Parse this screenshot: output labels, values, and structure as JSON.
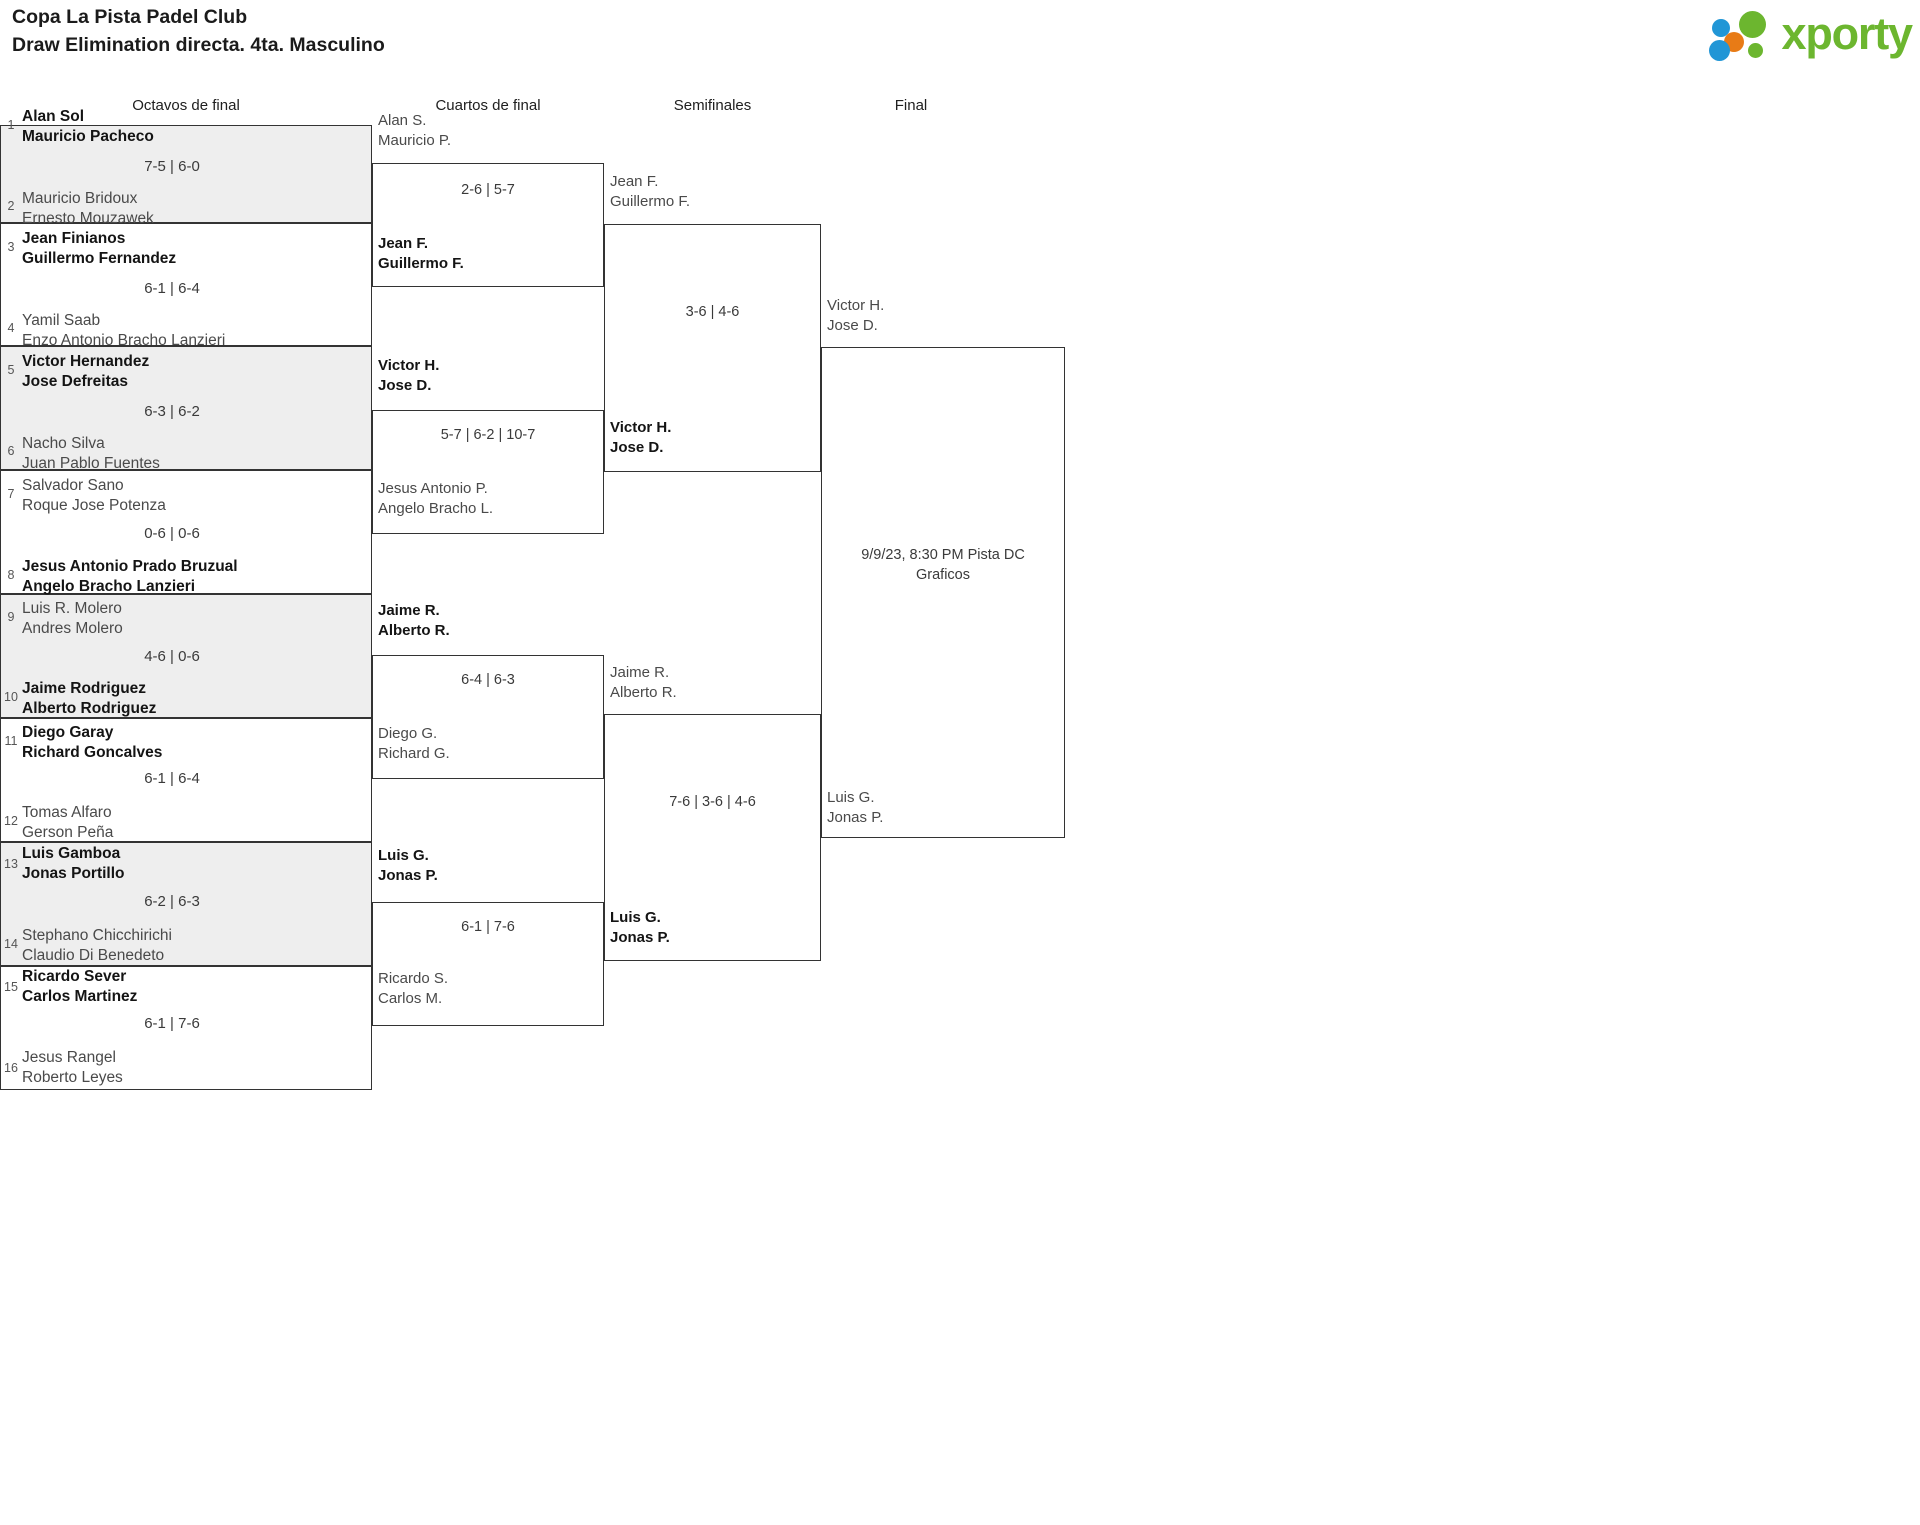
{
  "header": {
    "title": "Copa La Pista Padel Club",
    "subtitle": "Draw Elimination directa. 4ta. Masculino"
  },
  "logo": {
    "wordmark": "xporty",
    "colors": {
      "green": "#6cb62f",
      "blue": "#2196d6",
      "orange": "#e87b16"
    }
  },
  "rounds": [
    {
      "title": "Octavos de final"
    },
    {
      "title": "Cuartos de final"
    },
    {
      "title": "Semifinales"
    },
    {
      "title": "Final"
    }
  ],
  "round1": {
    "matches": [
      {
        "score": "7-5 | 6-0",
        "top": {
          "seed": "1",
          "p1": "Alan Sol",
          "p2": "Mauricio Pacheco",
          "winner": true
        },
        "bottom": {
          "seed": "2",
          "p1": "Mauricio Bridoux",
          "p2": "Ernesto Mouzawek",
          "winner": false
        }
      },
      {
        "score": "6-1 | 6-4",
        "top": {
          "seed": "3",
          "p1": "Jean Finianos",
          "p2": "Guillermo Fernandez",
          "winner": true
        },
        "bottom": {
          "seed": "4",
          "p1": "Yamil Saab",
          "p2": "Enzo Antonio Bracho Lanzieri",
          "winner": false
        }
      },
      {
        "score": "6-3 | 6-2",
        "top": {
          "seed": "5",
          "p1": "Victor Hernandez",
          "p2": "Jose Defreitas",
          "winner": true
        },
        "bottom": {
          "seed": "6",
          "p1": "Nacho Silva",
          "p2": "Juan Pablo Fuentes",
          "winner": false
        }
      },
      {
        "score": "0-6 | 0-6",
        "top": {
          "seed": "7",
          "p1": "Salvador Sano",
          "p2": "Roque Jose Potenza",
          "winner": false
        },
        "bottom": {
          "seed": "8",
          "p1": "Jesus Antonio Prado Bruzual",
          "p2": "Angelo Bracho Lanzieri",
          "winner": true
        }
      },
      {
        "score": "4-6 | 0-6",
        "top": {
          "seed": "9",
          "p1": "Luis R. Molero",
          "p2": "Andres Molero",
          "winner": false
        },
        "bottom": {
          "seed": "10",
          "p1": "Jaime Rodriguez",
          "p2": "Alberto Rodriguez",
          "winner": true
        }
      },
      {
        "score": "6-1 | 6-4",
        "top": {
          "seed": "11",
          "p1": "Diego Garay",
          "p2": "Richard Goncalves",
          "winner": true
        },
        "bottom": {
          "seed": "12",
          "p1": "Tomas Alfaro",
          "p2": "Gerson Peña",
          "winner": false
        }
      },
      {
        "score": "6-2 | 6-3",
        "top": {
          "seed": "13",
          "p1": "Luis Gamboa",
          "p2": "Jonas Portillo",
          "winner": true
        },
        "bottom": {
          "seed": "14",
          "p1": "Stephano Chicchirichi",
          "p2": "Claudio Di Benedeto",
          "winner": false
        }
      },
      {
        "score": "6-1 | 7-6",
        "top": {
          "seed": "15",
          "p1": "Ricardo Sever",
          "p2": "Carlos Martinez",
          "winner": true
        },
        "bottom": {
          "seed": "16",
          "p1": "Jesus Rangel",
          "p2": "Roberto Leyes",
          "winner": false
        }
      }
    ]
  },
  "round2": {
    "matches": [
      {
        "score": "2-6 | 5-7",
        "top": {
          "p1": "Alan S.",
          "p2": "Mauricio P.",
          "winner": false
        },
        "bottom": {
          "p1": "Jean F.",
          "p2": "Guillermo F.",
          "winner": true
        }
      },
      {
        "score": "5-7 | 6-2 | 10-7",
        "top": {
          "p1": "Victor H.",
          "p2": "Jose D.",
          "winner": true
        },
        "bottom": {
          "p1": "Jesus Antonio P.",
          "p2": "Angelo Bracho L.",
          "winner": false
        }
      },
      {
        "score": "6-4 | 6-3",
        "top": {
          "p1": "Jaime R.",
          "p2": "Alberto R.",
          "winner": true
        },
        "bottom": {
          "p1": "Diego G.",
          "p2": "Richard G.",
          "winner": false
        }
      },
      {
        "score": "6-1 | 7-6",
        "top": {
          "p1": "Luis G.",
          "p2": "Jonas P.",
          "winner": true
        },
        "bottom": {
          "p1": "Ricardo S.",
          "p2": "Carlos M.",
          "winner": false
        }
      }
    ]
  },
  "round3": {
    "matches": [
      {
        "score": "3-6 | 4-6",
        "top": {
          "p1": "Jean F.",
          "p2": "Guillermo F.",
          "winner": false
        },
        "bottom": {
          "p1": "Victor H.",
          "p2": "Jose D.",
          "winner": true
        }
      },
      {
        "score": "7-6 | 3-6 | 4-6",
        "top": {
          "p1": "Jaime R.",
          "p2": "Alberto R.",
          "winner": false
        },
        "bottom": {
          "p1": "Luis G.",
          "p2": "Jonas P.",
          "winner": true
        }
      }
    ]
  },
  "round4": {
    "matches": [
      {
        "score_line1": "9/9/23, 8:30 PM Pista DC",
        "score_line2": "Graficos",
        "top": {
          "p1": "Victor H.",
          "p2": "Jose D.",
          "winner": false
        },
        "bottom": {
          "p1": "Luis G.",
          "p2": "Jonas P.",
          "winner": false
        }
      }
    ]
  }
}
